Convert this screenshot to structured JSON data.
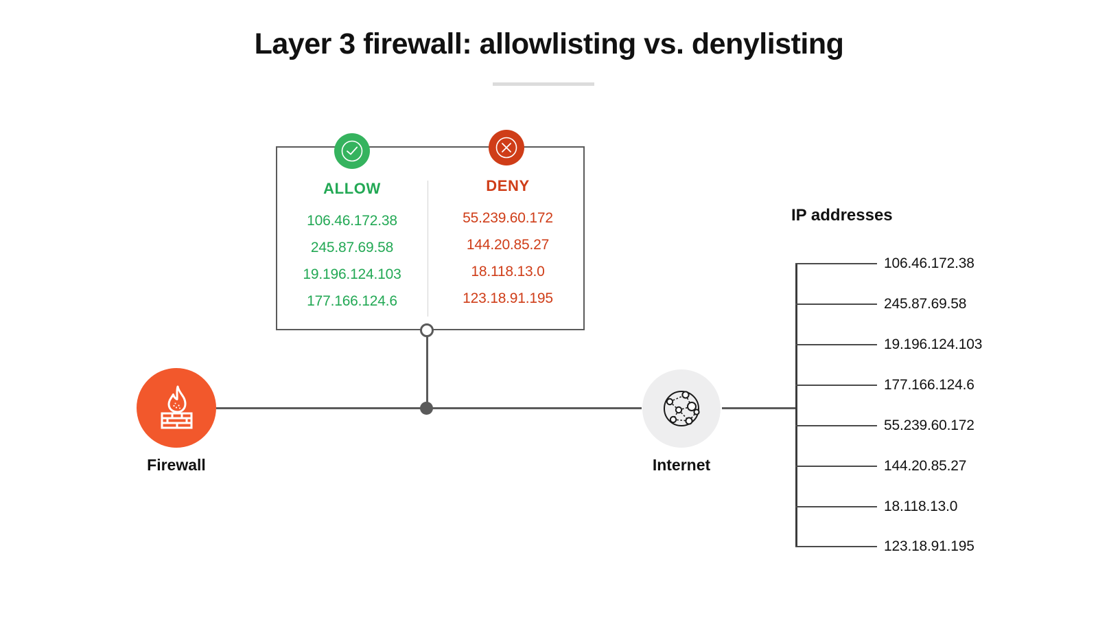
{
  "title": "Layer 3 firewall: allowlisting vs. denylisting",
  "colors": {
    "allow_green": "#22a854",
    "badge_green": "#35b35e",
    "deny_red": "#cf3d18",
    "firewall_orange": "#f2582c",
    "line_gray": "#5a5a5a",
    "divider_gray": "#dcdcdc",
    "internet_bg": "#eeeeef"
  },
  "rules": {
    "allow": {
      "heading": "ALLOW",
      "badge_icon": "check-circle-icon",
      "ips": [
        "106.46.172.38",
        "245.87.69.58",
        "19.196.124.103",
        "177.166.124.6"
      ]
    },
    "deny": {
      "heading": "DENY",
      "badge_icon": "x-circle-icon",
      "ips": [
        "55.239.60.172",
        "144.20.85.27",
        "18.118.13.0",
        "123.18.91.195"
      ]
    }
  },
  "nodes": {
    "firewall": {
      "label": "Firewall",
      "icon": "firewall-flame-brick-icon"
    },
    "internet": {
      "label": "Internet",
      "icon": "network-globe-icon"
    }
  },
  "ip_list": {
    "title": "IP addresses",
    "items": [
      "106.46.172.38",
      "245.87.69.58",
      "19.196.124.103",
      "177.166.124.6",
      "55.239.60.172",
      "144.20.85.27",
      "18.118.13.0",
      "123.18.91.195"
    ]
  }
}
